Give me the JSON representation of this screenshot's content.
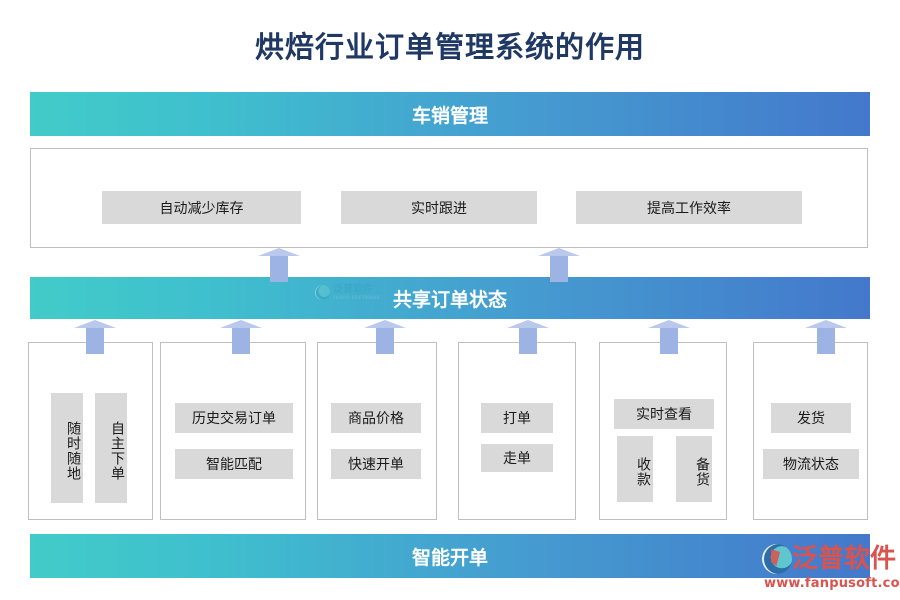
{
  "page": {
    "title": "烘焙行业订单管理系统的作用",
    "title_color": "#1f3864",
    "background": "#ffffff"
  },
  "theme": {
    "gradient_start": "#42cbc8",
    "gradient_end": "#4478cc",
    "chip_fill": "#d9d9d9",
    "card_border": "#bfbfbf",
    "arrow_shaft": "#9cb3e3",
    "arrow_head": "#b9c8ec",
    "logo_color": "#d9534f"
  },
  "banners": {
    "top": {
      "label": "车销管理"
    },
    "middle": {
      "label": "共享订单状态"
    },
    "bottom": {
      "label": "智能开单"
    }
  },
  "benefit_row": {
    "chips": [
      {
        "label": "自动减少库存"
      },
      {
        "label": "实时跟进"
      },
      {
        "label": "提高工作效率"
      }
    ]
  },
  "columns": [
    {
      "id": "col-1",
      "chips": [
        {
          "label": "随时随地",
          "orientation": "vertical"
        },
        {
          "label": "自主下单",
          "orientation": "vertical"
        }
      ]
    },
    {
      "id": "col-2",
      "chips": [
        {
          "label": "历史交易订单",
          "orientation": "horizontal"
        },
        {
          "label": "智能匹配",
          "orientation": "horizontal"
        }
      ]
    },
    {
      "id": "col-3",
      "chips": [
        {
          "label": "商品价格",
          "orientation": "horizontal"
        },
        {
          "label": "快速开单",
          "orientation": "horizontal"
        }
      ]
    },
    {
      "id": "col-4",
      "chips": [
        {
          "label": "打单",
          "orientation": "horizontal"
        },
        {
          "label": "走单",
          "orientation": "horizontal"
        }
      ]
    },
    {
      "id": "col-5",
      "chips": [
        {
          "label": "实时查看",
          "orientation": "horizontal"
        },
        {
          "label": "收款",
          "orientation": "vertical"
        },
        {
          "label": "备货",
          "orientation": "vertical"
        }
      ]
    },
    {
      "id": "col-6",
      "chips": [
        {
          "label": "发货",
          "orientation": "horizontal"
        },
        {
          "label": "物流状态",
          "orientation": "horizontal"
        }
      ]
    }
  ],
  "watermark": {
    "brand": "泛普软件",
    "url": "www.fanpusoft.com",
    "middle_brand": "泛普软件",
    "middle_sub": "FANPU SOFTWARE"
  }
}
